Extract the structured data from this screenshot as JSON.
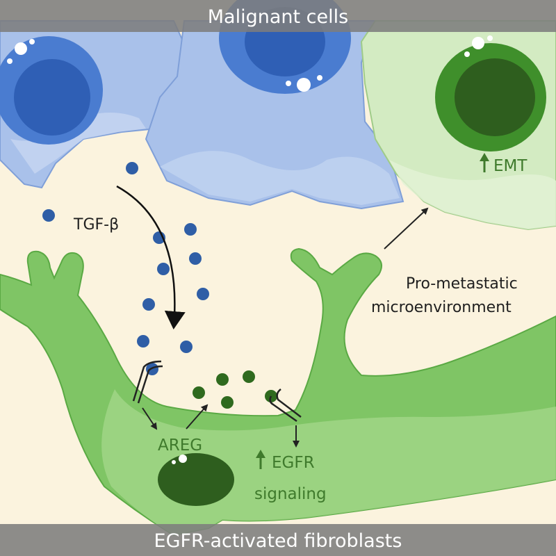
{
  "banners": {
    "top": "Malignant cells",
    "bottom": "EGFR-activated fibroblasts"
  },
  "labels": {
    "tgf": "TGF-β",
    "emt": "EMT",
    "pro_metastatic_line1": "Pro-metastatic",
    "pro_metastatic_line2": "microenvironment",
    "areg": "AREG",
    "egfr_line1": "EGFR",
    "egfr_line2": "signaling"
  },
  "colors": {
    "background": "#fbf3de",
    "malignant_cell": "#a9c1ea",
    "malignant_nucleus": "#3568c0",
    "emt_cell": "#d3ebc2",
    "emt_nucleus": "#3f8f2b",
    "fibroblast": "#7fc565",
    "tgf_beta_dot": "#2f5ea6",
    "areg_dot": "#2f6a1e",
    "banner": "#7d7d7d"
  },
  "icons": [
    "up-arrow-icon",
    "receptor-icon",
    "curved-arrow-icon"
  ]
}
